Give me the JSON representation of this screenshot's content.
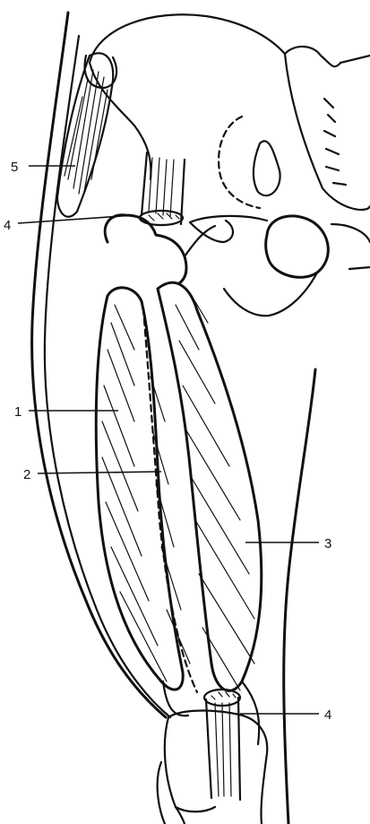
{
  "labels": {
    "l1": "1",
    "l2": "2",
    "l3": "3",
    "l4_top": "4",
    "l4_bottom": "4",
    "l5": "5"
  },
  "colors": {
    "ink": "#111111",
    "background": "#ffffff"
  }
}
